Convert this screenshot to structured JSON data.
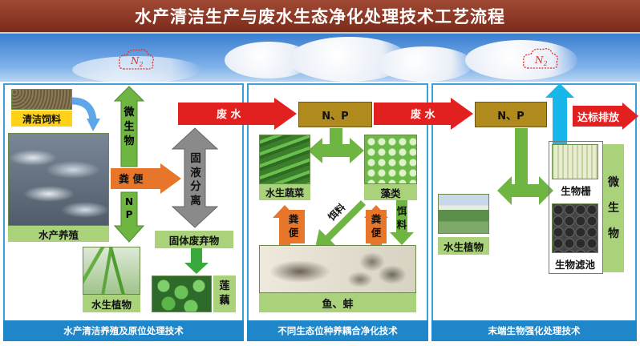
{
  "title": "水产清洁生产与废水生态净化处理技术工艺流程",
  "n2_label": "N",
  "n2_sub": "2",
  "panel1": {
    "feed_label": "清洁饲料",
    "fish_label": "水产养殖",
    "microbe_v": [
      "微",
      "生",
      "物"
    ],
    "manure_label": "粪 便",
    "np_v": [
      "N",
      "P"
    ],
    "separation_v": [
      "固",
      "液",
      "分",
      "离"
    ],
    "solid_waste_label": "固体废弃物",
    "lotus_v": [
      "莲",
      "藕"
    ],
    "plant_label": "水生植物",
    "footer": "水产清洁养殖及原位处理技术"
  },
  "panel2": {
    "wastewater_label": "废 水",
    "np_box": "N、P",
    "vegetable_label": "水生蔬菜",
    "algae_label": "藻类",
    "manure_v": [
      "粪",
      "便"
    ],
    "feed_diag": [
      "饵",
      "料"
    ],
    "manure2_v": [
      "粪",
      "便"
    ],
    "feed2_v": [
      "饵",
      "料"
    ],
    "fish_clam_label": "鱼、蚌",
    "footer": "不同生态位种养耦合净化技术"
  },
  "panel3": {
    "wastewater_label": "废 水",
    "np_box": "N、P",
    "discharge_label": "达标排放",
    "plant_label": "水生植物",
    "grid_label": "生物栅",
    "filter_label": "生物滤池",
    "microbe_v": [
      "微",
      "生",
      "物"
    ],
    "footer": "末端生物强化处理技术"
  },
  "colors": {
    "title_bg": "#8e3a26",
    "panel_border": "#3aa0d8",
    "footer_bg": "#1f86c9",
    "red_arrow": "#e32020",
    "green_arrow": "#5fae3a",
    "orange_arrow": "#e8762a",
    "gray_arrow": "#8a8a8a",
    "np_box": "#b08a1c",
    "label_green": "#a9d27a",
    "label_yellow": "#ffd21a",
    "cyan_arrow": "#18b6ea"
  }
}
